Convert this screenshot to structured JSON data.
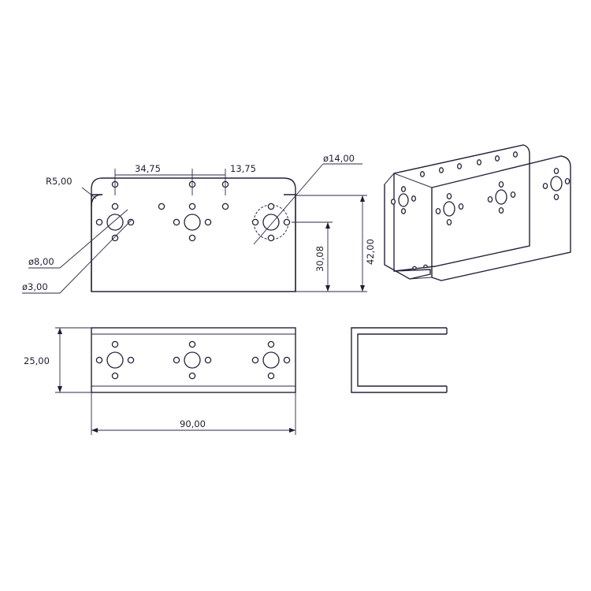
{
  "colors": {
    "line": "#23233a",
    "background": "#ffffff"
  },
  "dimensions": {
    "radius_corner": "R5,00",
    "hole_spacing_1": "34,75",
    "hole_spacing_2": "13,75",
    "boss_diameter": "ø14,00",
    "height_total": "42,00",
    "hole_center_height": "30,08",
    "center_hole_diameter": "ø8,00",
    "small_hole_diameter": "ø3,00",
    "base_width": "25,00",
    "length_total": "90,00"
  }
}
